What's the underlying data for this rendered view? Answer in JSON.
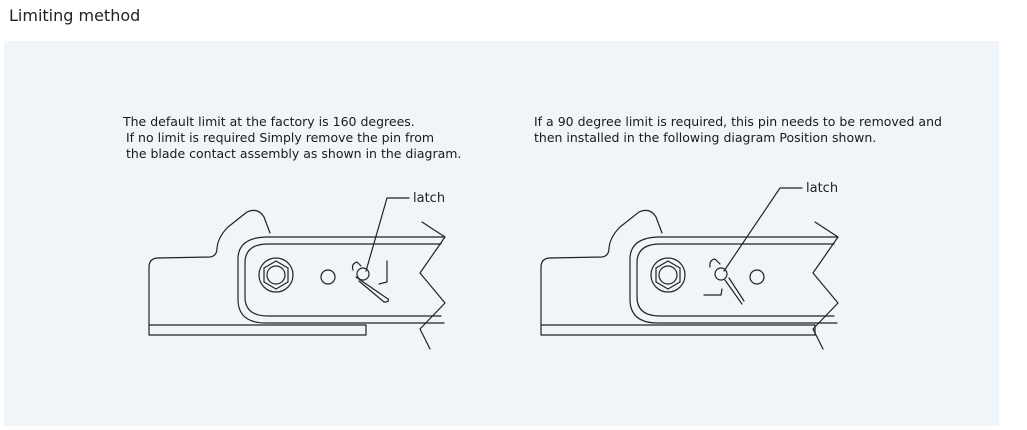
{
  "title": "Limiting method",
  "left": {
    "lines": [
      "The default limit at the factory is 160 degrees.",
      "If no limit is required Simply remove the pin from",
      "the blade contact assembly as shown in the diagram."
    ],
    "callout": "latch"
  },
  "right": {
    "lines": [
      "If a 90 degree limit is required, this pin needs to be removed and",
      "then installed in the following diagram Position shown."
    ],
    "callout": "latch"
  },
  "colors": {
    "panel_background": "#f0f5fa",
    "line": "#222222"
  }
}
